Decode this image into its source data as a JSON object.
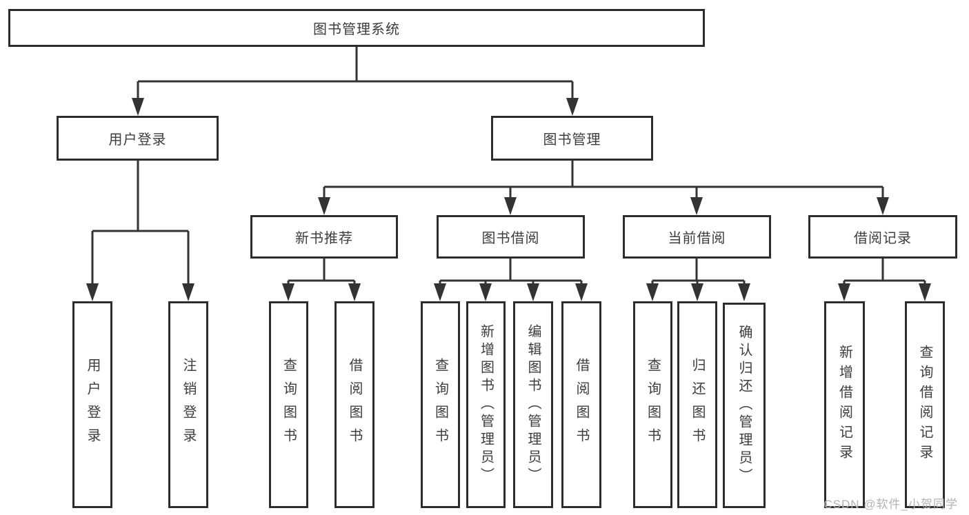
{
  "diagram": {
    "root": {
      "label": "图书管理系统"
    },
    "level2": [
      {
        "label": "用户登录"
      },
      {
        "label": "图书管理"
      }
    ],
    "level3": [
      {
        "label": "新书推荐"
      },
      {
        "label": "图书借阅"
      },
      {
        "label": "当前借阅"
      },
      {
        "label": "借阅记录"
      }
    ],
    "leaves": {
      "user_login": [
        "用户登录",
        "注销登录"
      ],
      "new_book": [
        "查询图书",
        "借阅图书"
      ],
      "book_borrow": [
        "查询图书",
        "新增图书（管理员）",
        "编辑图书（管理员）",
        "借阅图书"
      ],
      "current_borrow": [
        "查询图书",
        "归还图书",
        "确认归还（管理员）"
      ],
      "borrow_records": [
        "新增借阅记录",
        "查询借阅记录"
      ]
    }
  },
  "watermark": {
    "text": "CSDN @软件_小贺同学"
  },
  "colors": {
    "line": "#333333",
    "box_border": "#2d2d2d",
    "text": "#3d3d3d",
    "background": "#ffffff",
    "watermark": "#b3b3b3"
  }
}
